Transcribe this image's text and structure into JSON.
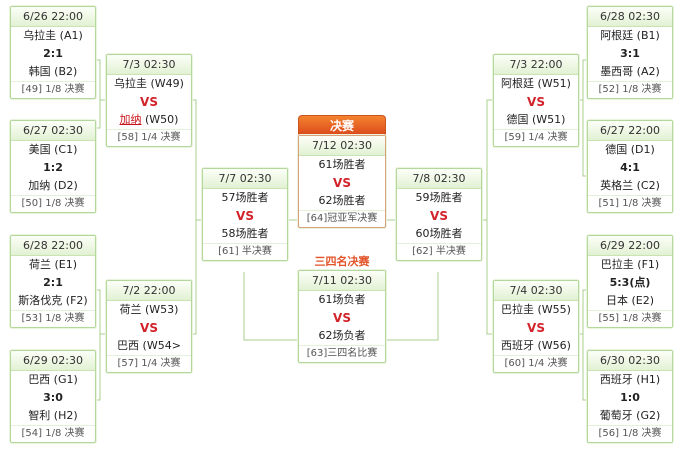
{
  "final_tab": "决赛",
  "third_place_label": "三四名决赛",
  "matches": {
    "m49": {
      "date": "6/26 22:00",
      "team1": "乌拉圭 (A1)",
      "score": "2:1",
      "team2": "韩国 (B2)",
      "stage": "[49] 1/8 决赛"
    },
    "m50": {
      "date": "6/27 02:30",
      "team1": "美国 (C1)",
      "score": "1:2",
      "team2": "加纳 (D2)",
      "stage": "[50] 1/8 决赛"
    },
    "m53": {
      "date": "6/28 22:00",
      "team1": "荷兰 (E1)",
      "score": "2:1",
      "team2": "斯洛伐克 (F2)",
      "stage": "[53] 1/8 决赛"
    },
    "m54": {
      "date": "6/29 02:30",
      "team1": "巴西 (G1)",
      "score": "3:0",
      "team2": "智利 (H2)",
      "stage": "[54] 1/8 决赛"
    },
    "m52": {
      "date": "6/28 02:30",
      "team1": "阿根廷 (B1)",
      "score": "3:1",
      "team2": "墨西哥 (A2)",
      "stage": "[52] 1/8 决赛"
    },
    "m51": {
      "date": "6/27 22:00",
      "team1": "德国 (D1)",
      "score": "4:1",
      "team2": "英格兰 (C2)",
      "stage": "[51] 1/8 决赛"
    },
    "m55": {
      "date": "6/29 22:00",
      "team1": "巴拉圭 (F1)",
      "score": "5:3(点)",
      "team2": "日本 (E2)",
      "stage": "[55] 1/8 决赛"
    },
    "m56": {
      "date": "6/30 02:30",
      "team1": "西班牙 (H1)",
      "score": "1:0",
      "team2": "葡萄牙 (G2)",
      "stage": "[56] 1/8 决赛"
    },
    "m58": {
      "date": "7/3 02:30",
      "team1": "乌拉圭 (W49)",
      "vs": "VS",
      "team2": "加纳",
      "team2_suffix": " (W50)",
      "stage": "[58] 1/4 决赛"
    },
    "m57": {
      "date": "7/2 22:00",
      "team1": "荷兰 (W53)",
      "vs": "VS",
      "team2": "巴西 (W54>",
      "stage": "[57] 1/4 决赛"
    },
    "m59": {
      "date": "7/3 22:00",
      "team1": "阿根廷 (W51)",
      "vs": "VS",
      "team2": "德国 (W51)",
      "stage": "[59] 1/4 决赛"
    },
    "m60": {
      "date": "7/4 02:30",
      "team1": "巴拉圭 (W55)",
      "vs": "VS",
      "team2": "西班牙 (W56)",
      "stage": "[60] 1/4 决赛"
    },
    "m61": {
      "date": "7/7 02:30",
      "team1": "57场胜者",
      "vs": "VS",
      "team2": "58场胜者",
      "stage": "[61] 半决赛"
    },
    "m62": {
      "date": "7/8 02:30",
      "team1": "59场胜者",
      "vs": "VS",
      "team2": "60场胜者",
      "stage": "[62] 半决赛"
    },
    "m64": {
      "date": "7/12 02:30",
      "team1": "61场胜者",
      "vs": "VS",
      "team2": "62场胜者",
      "stage": "[64]冠亚军决赛"
    },
    "m63": {
      "date": "7/11 02:30",
      "team1": "61场负者",
      "vs": "VS",
      "team2": "62场负者",
      "stage": "[63]三四名比赛"
    }
  }
}
